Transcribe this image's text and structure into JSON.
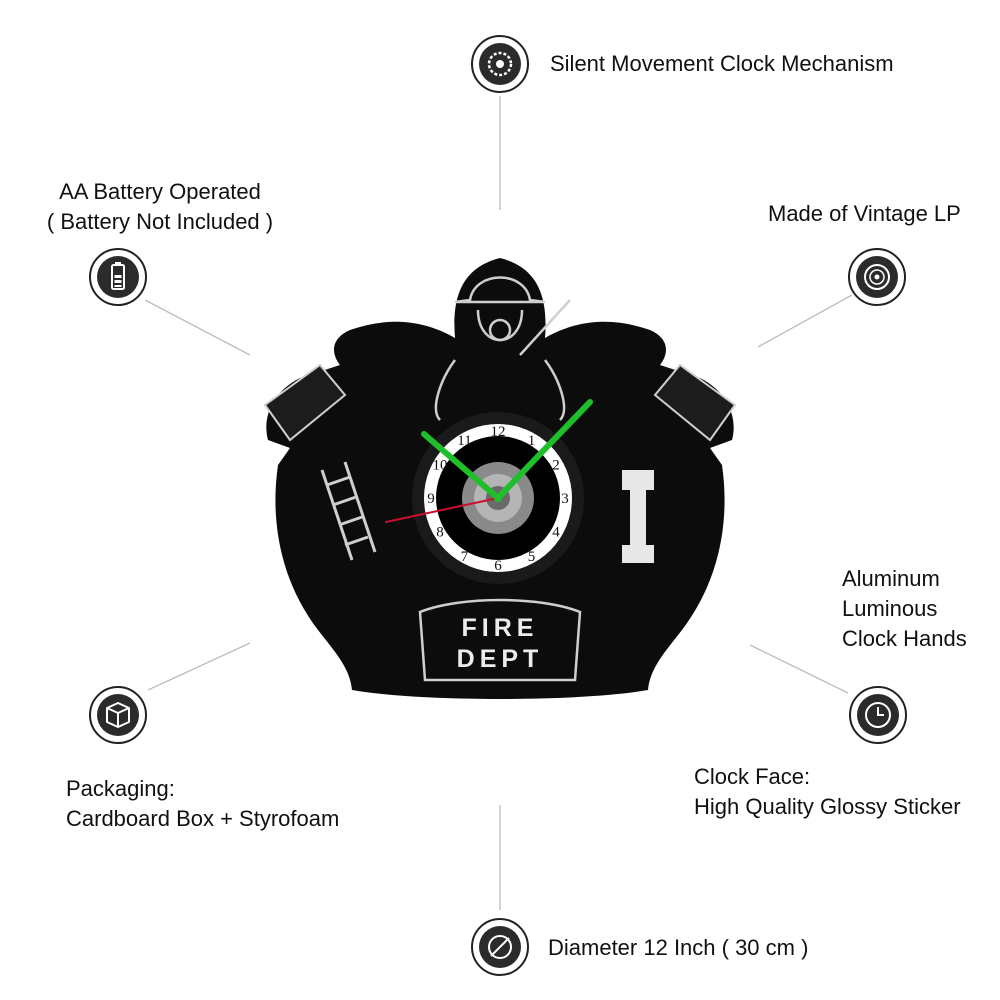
{
  "features": {
    "mechanism": "Silent Movement Clock Mechanism",
    "battery_line1": "AA Battery Operated",
    "battery_line2": "( Battery Not Included )",
    "vinyl": "Made of Vintage LP",
    "hands_line1": "Aluminum",
    "hands_line2": "Luminous",
    "hands_line3": "Clock Hands",
    "face_line1": "Clock Face:",
    "face_line2": "High Quality Glossy Sticker",
    "packaging_line1": "Packaging:",
    "packaging_line2": "Cardboard Box + Styrofoam",
    "diameter": "Diameter 12 Inch ( 30 cm )"
  },
  "product": {
    "badge_line1": "FIRE",
    "badge_line2": "DEPT",
    "dial_numbers": [
      "12",
      "1",
      "2",
      "3",
      "4",
      "5",
      "6",
      "7",
      "8",
      "9",
      "10",
      "11"
    ]
  },
  "icons": [
    "gear-icon",
    "battery-icon",
    "vinyl-record-icon",
    "clock-icon",
    "box-icon",
    "diameter-icon"
  ],
  "colors": {
    "hands": "#1fbf2b",
    "second_hand": "#c8102e",
    "vinyl": "#0c0c0c",
    "text": "#111111"
  }
}
